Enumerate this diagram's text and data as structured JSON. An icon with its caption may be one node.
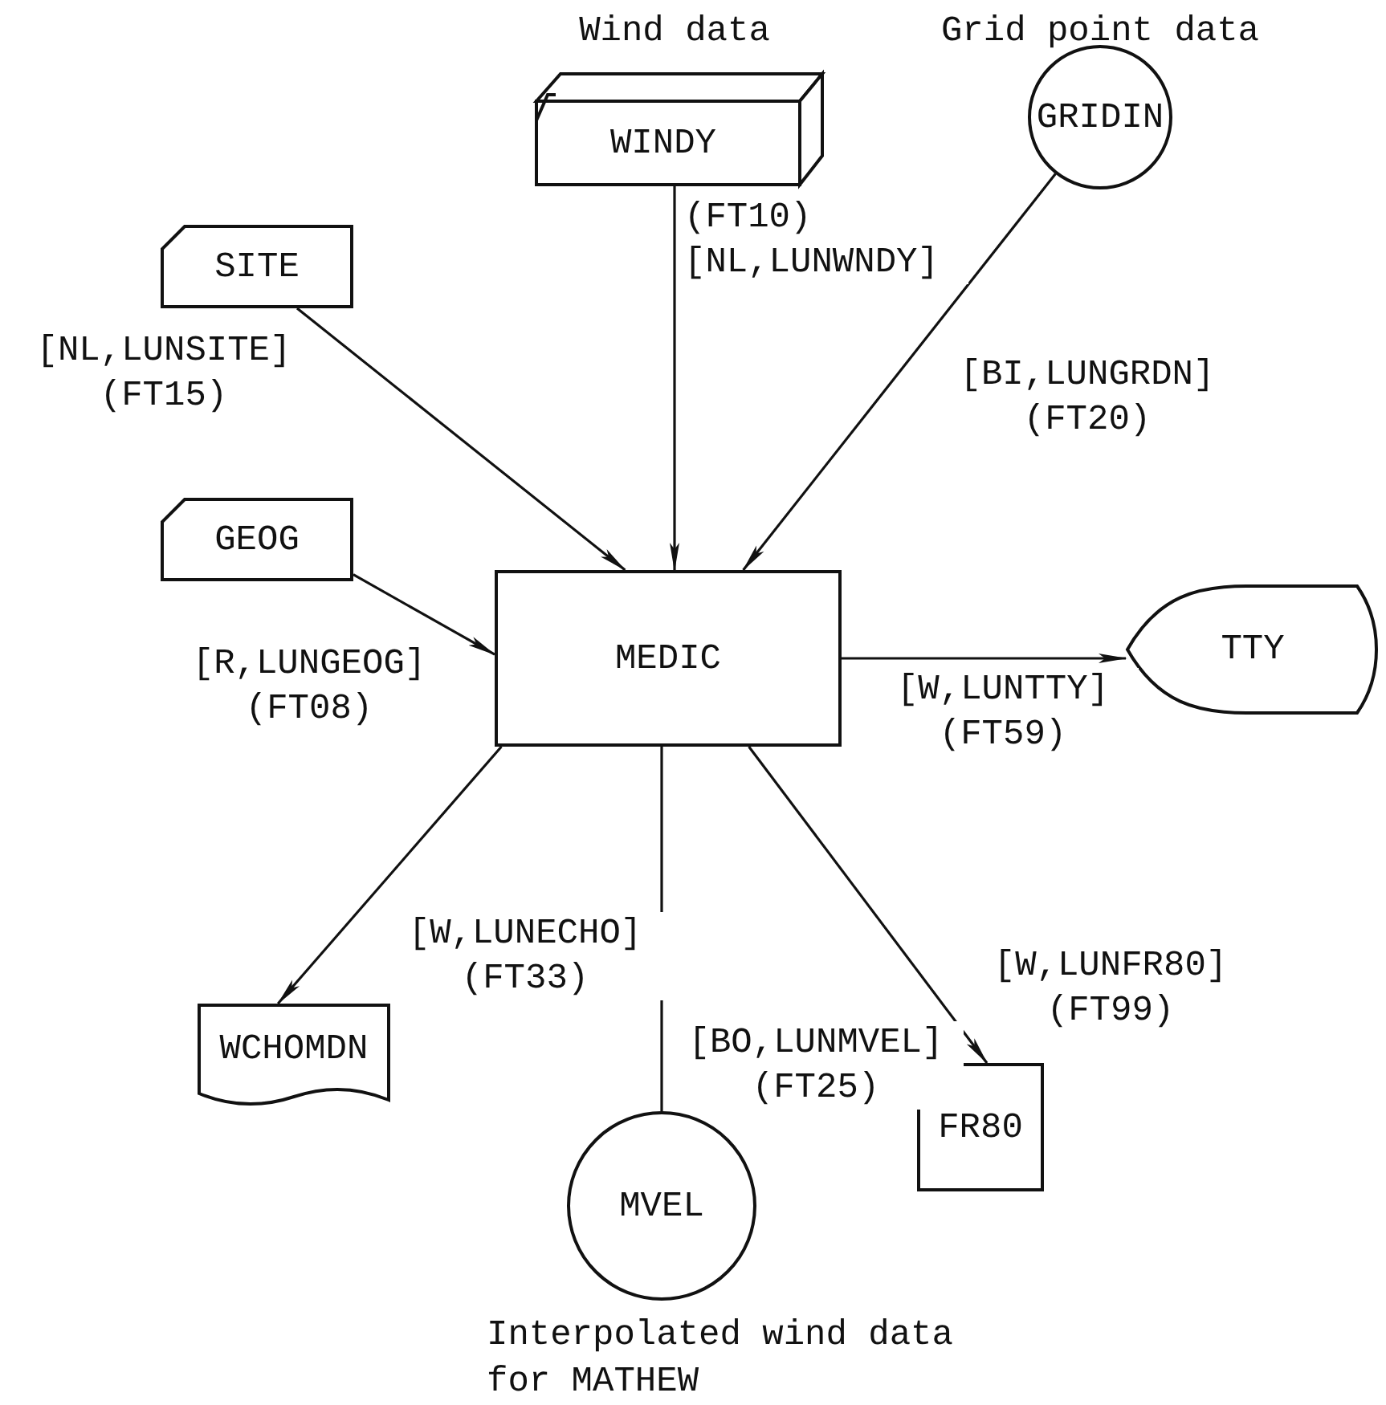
{
  "diagram": {
    "nodes": [
      {
        "text": [
          "WINDY"
        ],
        "beside": [
          "Wind data"
        ]
      },
      {
        "text": [
          "GRIDIN"
        ],
        "beside": [
          "Grid point data"
        ]
      },
      {
        "text": [
          "SITE"
        ]
      },
      {
        "text": [
          "GEOG"
        ]
      },
      {
        "text": [
          "MEDIC"
        ]
      },
      {
        "text": [
          "TTY"
        ]
      },
      {
        "text": [
          "WCHOMDN"
        ]
      },
      {
        "text": [
          "MVEL"
        ],
        "beside": [
          "Interpolated wind data for MATHEW"
        ]
      },
      {
        "text": [
          "FR80"
        ]
      }
    ],
    "edges": [
      {
        "from": 2,
        "to": 4,
        "arrow": "to",
        "label": "[NL,LUNSITE] (FT15)"
      },
      {
        "from": 0,
        "to": 4,
        "arrow": "to",
        "label": "(FT10) [NL,LUNWNDY]"
      },
      {
        "from": 1,
        "to": 4,
        "arrow": "to",
        "label": "[BI,LUNGRDN] (FT20)"
      },
      {
        "from": 3,
        "to": 4,
        "arrow": "to",
        "label": "[R,LUNGEOG] (FT08)"
      },
      {
        "from": 4,
        "to": 5,
        "arrow": "to",
        "label": "[W,LUNTTY] (FT59)"
      },
      {
        "from": 4,
        "to": 6,
        "arrow": "to",
        "label": "[W,LUNECHO] (FT33)"
      },
      {
        "from": 4,
        "to": 7,
        "arrow": "none",
        "label": "[BO,LUNMVEL] (FT25)"
      },
      {
        "from": 4,
        "to": 8,
        "arrow": "to",
        "label": "[W,LUNFR80] (FT99)"
      }
    ]
  }
}
